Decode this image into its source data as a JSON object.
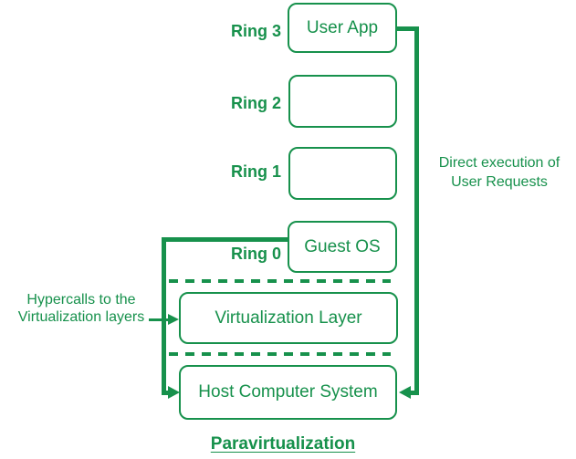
{
  "diagram": {
    "caption": "Paravirtualization",
    "rings": [
      {
        "label": "Ring 3",
        "box_label": "User App"
      },
      {
        "label": "Ring 2",
        "box_label": ""
      },
      {
        "label": "Ring 1",
        "box_label": ""
      },
      {
        "label": "Ring 0",
        "box_label": "Guest OS"
      }
    ],
    "layers": {
      "virtualization": "Virtualization Layer",
      "host": "Host Computer System"
    },
    "annotations": {
      "hypercalls_line1": "Hypercalls to the",
      "hypercalls_line2": "Virtualization layers",
      "direct_exec_line1": "Direct execution of",
      "direct_exec_line2": "User Requests"
    },
    "colors": {
      "green": "#17914C",
      "background": "#FFFFFF"
    }
  }
}
